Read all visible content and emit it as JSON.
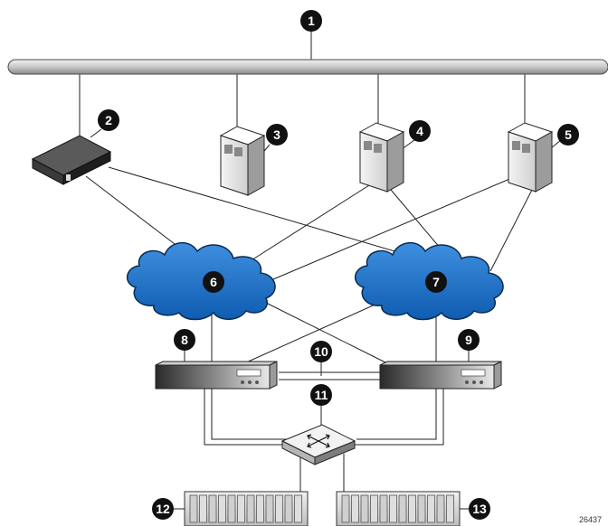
{
  "diagram": {
    "figure_id": "26437",
    "callouts": [
      "1",
      "2",
      "3",
      "4",
      "5",
      "6",
      "7",
      "8",
      "9",
      "10",
      "11",
      "12",
      "13"
    ],
    "nodes": [
      {
        "id": "1",
        "kind": "network-bus"
      },
      {
        "id": "2",
        "kind": "appliance"
      },
      {
        "id": "3",
        "kind": "server-tower"
      },
      {
        "id": "4",
        "kind": "server-tower"
      },
      {
        "id": "5",
        "kind": "server-tower"
      },
      {
        "id": "6",
        "kind": "cloud-fabric"
      },
      {
        "id": "7",
        "kind": "cloud-fabric"
      },
      {
        "id": "8",
        "kind": "controller"
      },
      {
        "id": "9",
        "kind": "controller"
      },
      {
        "id": "10",
        "kind": "interconnect"
      },
      {
        "id": "11",
        "kind": "switch"
      },
      {
        "id": "12",
        "kind": "disk-enclosure"
      },
      {
        "id": "13",
        "kind": "disk-enclosure"
      }
    ],
    "colors": {
      "cloud_fill": "#1b6fc9",
      "cloud_stroke": "#0a2c52",
      "callout_fill": "#111111",
      "bus_fill": "#d9d9d9",
      "device_dark": "#2e2e2e",
      "device_light": "#e6e6e6"
    }
  }
}
